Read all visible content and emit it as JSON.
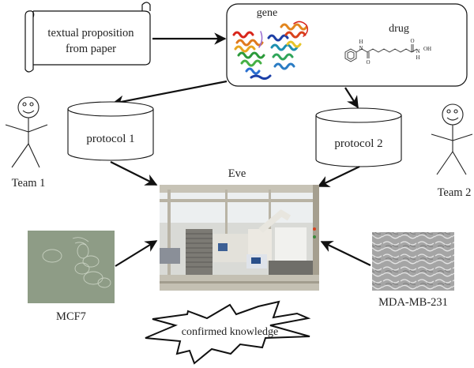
{
  "diagram": {
    "scroll": {
      "text_line1": "textual proposition",
      "text_line2": "from paper"
    },
    "hypothesis_box": {
      "gene_label": "gene",
      "drug_label": "drug",
      "drug_atoms": {
        "nh_h": "H",
        "nh_n": "N",
        "o1": "O",
        "o2": "O",
        "n2": "N",
        "oh": "OH",
        "n2_h": "H"
      }
    },
    "team1": {
      "label": "Team 1"
    },
    "team2": {
      "label": "Team 2"
    },
    "protocol1": {
      "label": "protocol 1"
    },
    "protocol2": {
      "label": "protocol 2"
    },
    "robot": {
      "label": "Eve"
    },
    "cell_line_left": {
      "label": "MCF7",
      "color": "#8e9c86"
    },
    "cell_line_right": {
      "label": "MDA-MB-231",
      "color": "#a7a7a7"
    },
    "outcome": {
      "label": "confirmed knowledge"
    },
    "colors": {
      "line": "#111111",
      "background": "#ffffff"
    }
  }
}
